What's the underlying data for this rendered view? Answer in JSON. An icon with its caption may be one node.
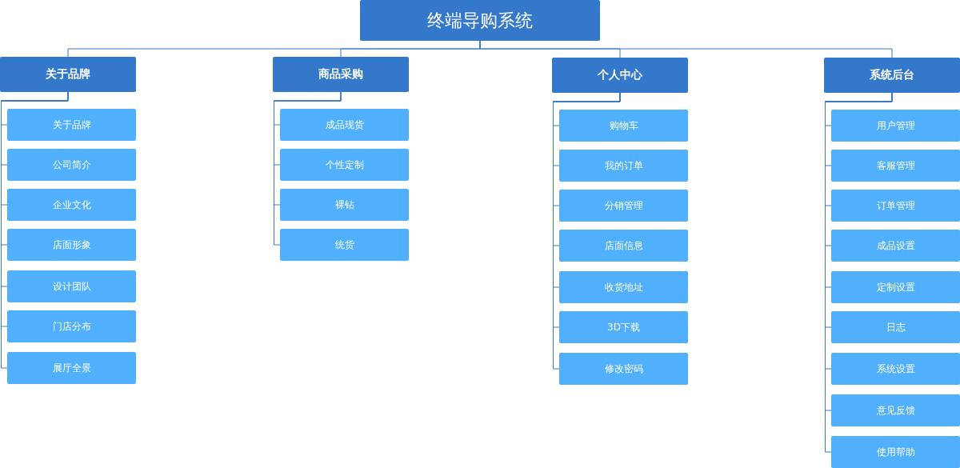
{
  "diagram": {
    "nodes": [
      {
        "text": [
          "终端导购系统"
        ]
      },
      {
        "text": [
          "关于品牌"
        ]
      },
      {
        "text": [
          "商品采购"
        ]
      },
      {
        "text": [
          "个人中心"
        ]
      },
      {
        "text": [
          "系统后台"
        ]
      },
      {
        "text": [
          "关于品牌"
        ]
      },
      {
        "text": [
          "公司简介"
        ]
      },
      {
        "text": [
          "企业文化"
        ]
      },
      {
        "text": [
          "店面形象"
        ]
      },
      {
        "text": [
          "设计团队"
        ]
      },
      {
        "text": [
          "门店分布"
        ]
      },
      {
        "text": [
          "展厅全景"
        ]
      },
      {
        "text": [
          "成品现货"
        ]
      },
      {
        "text": [
          "个性定制"
        ]
      },
      {
        "text": [
          "裸钻"
        ]
      },
      {
        "text": [
          "统货"
        ]
      },
      {
        "text": [
          "购物车"
        ]
      },
      {
        "text": [
          "我的订单"
        ]
      },
      {
        "text": [
          "分销管理"
        ]
      },
      {
        "text": [
          "店面信息"
        ]
      },
      {
        "text": [
          "收货地址"
        ]
      },
      {
        "text": [
          "3D下载"
        ]
      },
      {
        "text": [
          "修改密码"
        ]
      },
      {
        "text": [
          "用户管理"
        ]
      },
      {
        "text": [
          "客服管理"
        ]
      },
      {
        "text": [
          "订单管理"
        ]
      },
      {
        "text": [
          "成品设置"
        ]
      },
      {
        "text": [
          "定制设置"
        ]
      },
      {
        "text": [
          "日志"
        ]
      },
      {
        "text": [
          "系统设置"
        ]
      },
      {
        "text": [
          "意见反馈"
        ]
      },
      {
        "text": [
          "使用帮助"
        ]
      }
    ],
    "edges": [
      {
        "from": 0,
        "to": 1,
        "arrow": "none"
      },
      {
        "from": 0,
        "to": 2,
        "arrow": "none"
      },
      {
        "from": 0,
        "to": 3,
        "arrow": "none"
      },
      {
        "from": 0,
        "to": 4,
        "arrow": "none"
      },
      {
        "from": 1,
        "to": 5,
        "arrow": "none"
      },
      {
        "from": 1,
        "to": 6,
        "arrow": "none"
      },
      {
        "from": 1,
        "to": 7,
        "arrow": "none"
      },
      {
        "from": 1,
        "to": 8,
        "arrow": "none"
      },
      {
        "from": 1,
        "to": 9,
        "arrow": "none"
      },
      {
        "from": 1,
        "to": 10,
        "arrow": "none"
      },
      {
        "from": 1,
        "to": 11,
        "arrow": "none"
      },
      {
        "from": 2,
        "to": 12,
        "arrow": "none"
      },
      {
        "from": 2,
        "to": 13,
        "arrow": "none"
      },
      {
        "from": 2,
        "to": 14,
        "arrow": "none"
      },
      {
        "from": 2,
        "to": 15,
        "arrow": "none"
      },
      {
        "from": 3,
        "to": 16,
        "arrow": "none"
      },
      {
        "from": 3,
        "to": 17,
        "arrow": "none"
      },
      {
        "from": 3,
        "to": 18,
        "arrow": "none"
      },
      {
        "from": 3,
        "to": 19,
        "arrow": "none"
      },
      {
        "from": 3,
        "to": 20,
        "arrow": "none"
      },
      {
        "from": 3,
        "to": 21,
        "arrow": "none"
      },
      {
        "from": 3,
        "to": 22,
        "arrow": "none"
      },
      {
        "from": 4,
        "to": 23,
        "arrow": "none"
      },
      {
        "from": 4,
        "to": 24,
        "arrow": "none"
      },
      {
        "from": 4,
        "to": 25,
        "arrow": "none"
      },
      {
        "from": 4,
        "to": 26,
        "arrow": "none"
      },
      {
        "from": 4,
        "to": 27,
        "arrow": "none"
      },
      {
        "from": 4,
        "to": 28,
        "arrow": "none"
      },
      {
        "from": 4,
        "to": 29,
        "arrow": "none"
      },
      {
        "from": 4,
        "to": 30,
        "arrow": "none"
      },
      {
        "from": 4,
        "to": 31,
        "arrow": "none"
      }
    ]
  }
}
